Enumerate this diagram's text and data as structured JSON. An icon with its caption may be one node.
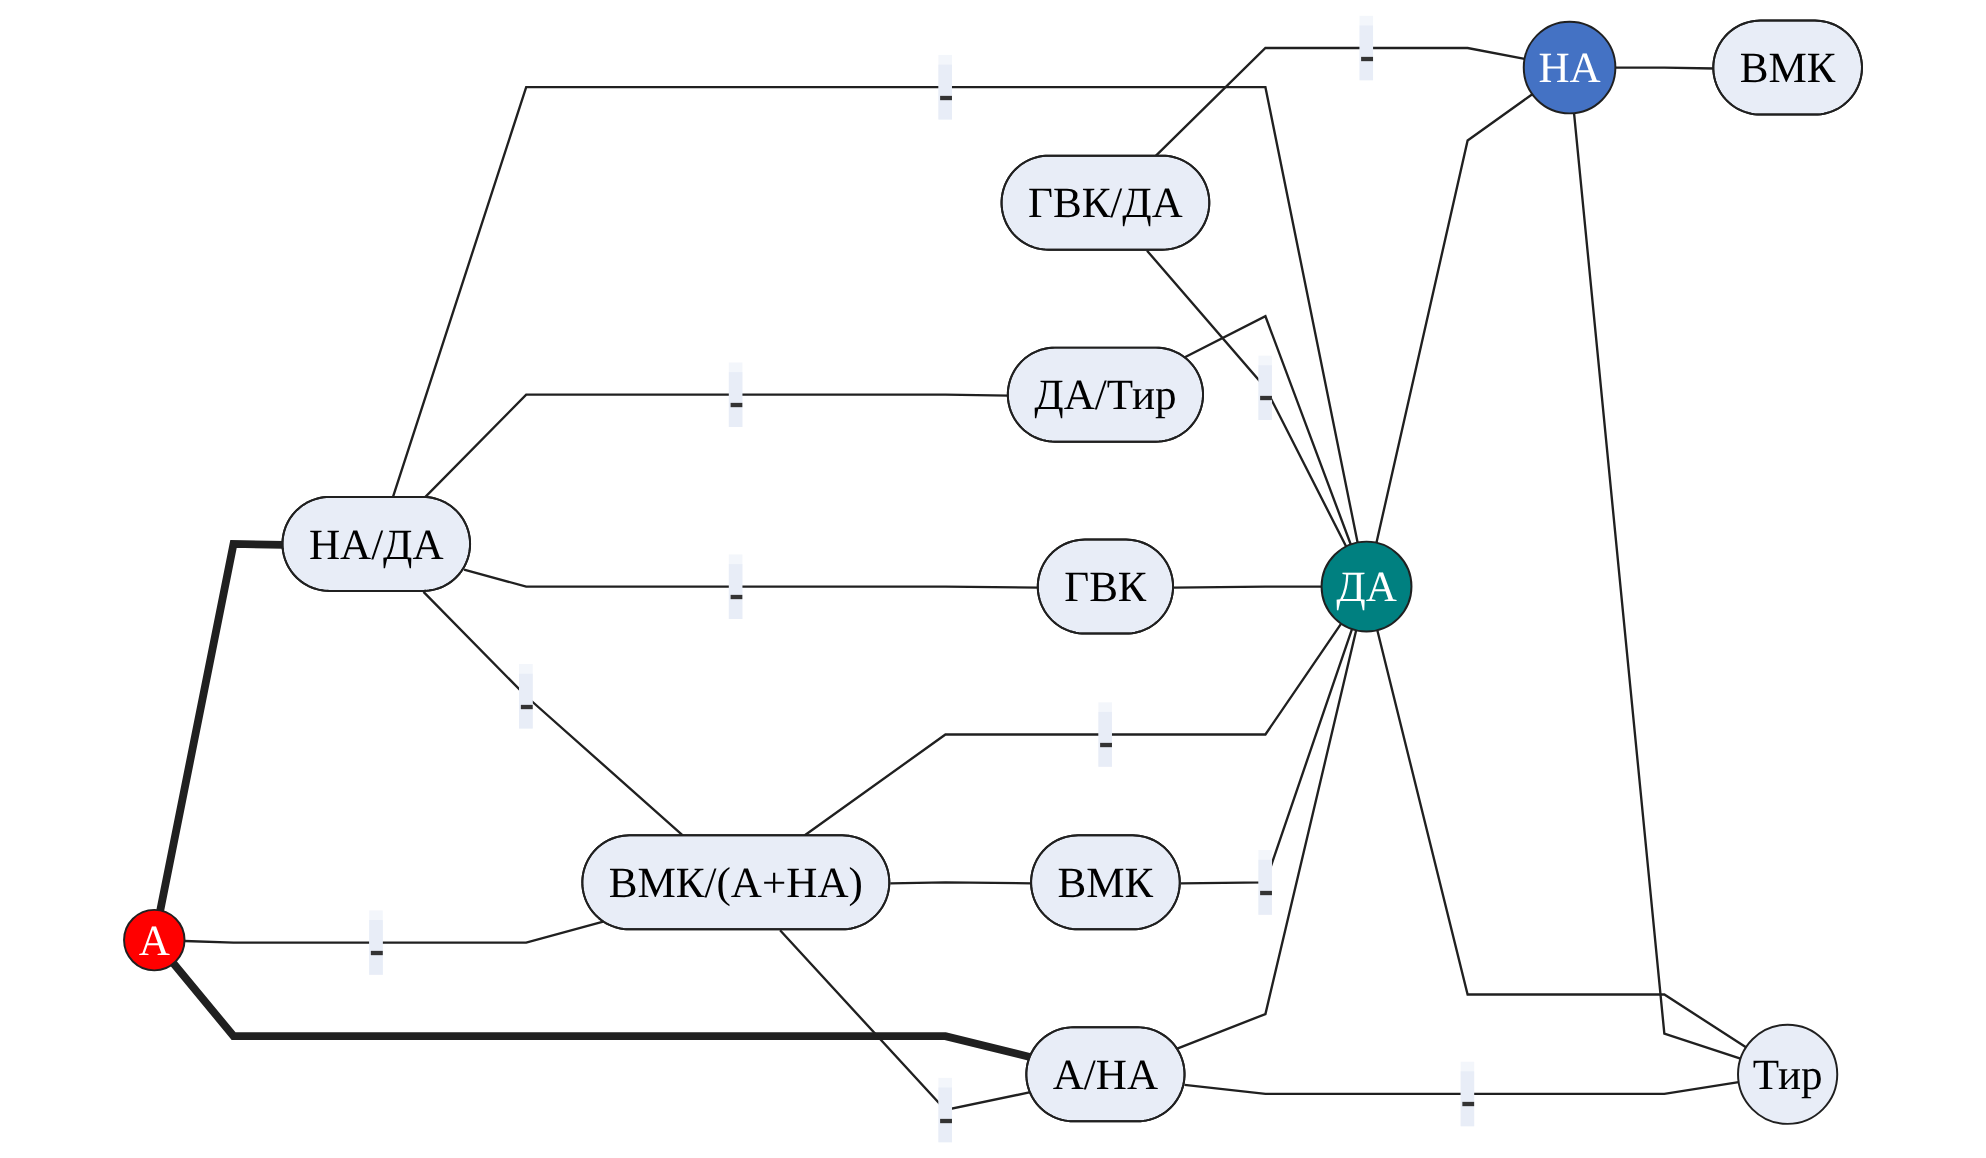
{
  "diagram": {
    "nodes": [
      {
        "text": [
          "НА/ДА"
        ]
      },
      {
        "text": [
          "ДА/Тир"
        ]
      },
      {
        "text": [
          "ГВК/ДА"
        ]
      },
      {
        "text": [
          "ГВК"
        ]
      },
      {
        "text": [
          "А"
        ]
      },
      {
        "text": [
          "ВМК/(А+НА)"
        ]
      },
      {
        "text": [
          "ДА"
        ]
      },
      {
        "text": [
          "НА"
        ]
      },
      {
        "text": [
          "ВМК"
        ]
      },
      {
        "text": [
          "ВМК"
        ]
      },
      {
        "text": [
          "А/НА"
        ]
      },
      {
        "text": [
          "Тир"
        ]
      }
    ],
    "edges": [
      {
        "from": 4,
        "to": 0,
        "arrow": "none",
        "style": "thick"
      },
      {
        "from": 0,
        "to": 1,
        "arrow": "none",
        "label": "-"
      },
      {
        "from": 0,
        "to": 5,
        "arrow": "none",
        "label": "-"
      },
      {
        "from": 0,
        "to": 3,
        "arrow": "none",
        "label": "-"
      },
      {
        "from": 0,
        "to": 6,
        "arrow": "none",
        "label": "-"
      },
      {
        "from": 1,
        "to": 6,
        "arrow": "none"
      },
      {
        "from": 2,
        "to": 6,
        "arrow": "none",
        "label": "-"
      },
      {
        "from": 2,
        "to": 7,
        "arrow": "none",
        "label": "-"
      },
      {
        "from": 3,
        "to": 6,
        "arrow": "none"
      },
      {
        "from": 4,
        "to": 5,
        "arrow": "none",
        "label": "-"
      },
      {
        "from": 4,
        "to": 10,
        "arrow": "none",
        "style": "thick"
      },
      {
        "from": 5,
        "to": 6,
        "arrow": "none",
        "label": "-"
      },
      {
        "from": 5,
        "to": 9,
        "arrow": "none"
      },
      {
        "from": 5,
        "to": 10,
        "arrow": "none",
        "label": "-"
      },
      {
        "from": 9,
        "to": 6,
        "arrow": "none",
        "label": "-"
      },
      {
        "from": 6,
        "to": 7,
        "arrow": "none"
      },
      {
        "from": 7,
        "to": 8,
        "arrow": "none"
      },
      {
        "from": 10,
        "to": 6,
        "arrow": "none"
      },
      {
        "from": 6,
        "to": 11,
        "arrow": "none"
      },
      {
        "from": 7,
        "to": 11,
        "arrow": "none"
      },
      {
        "from": 10,
        "to": 11,
        "arrow": "none",
        "label": "-"
      }
    ]
  }
}
